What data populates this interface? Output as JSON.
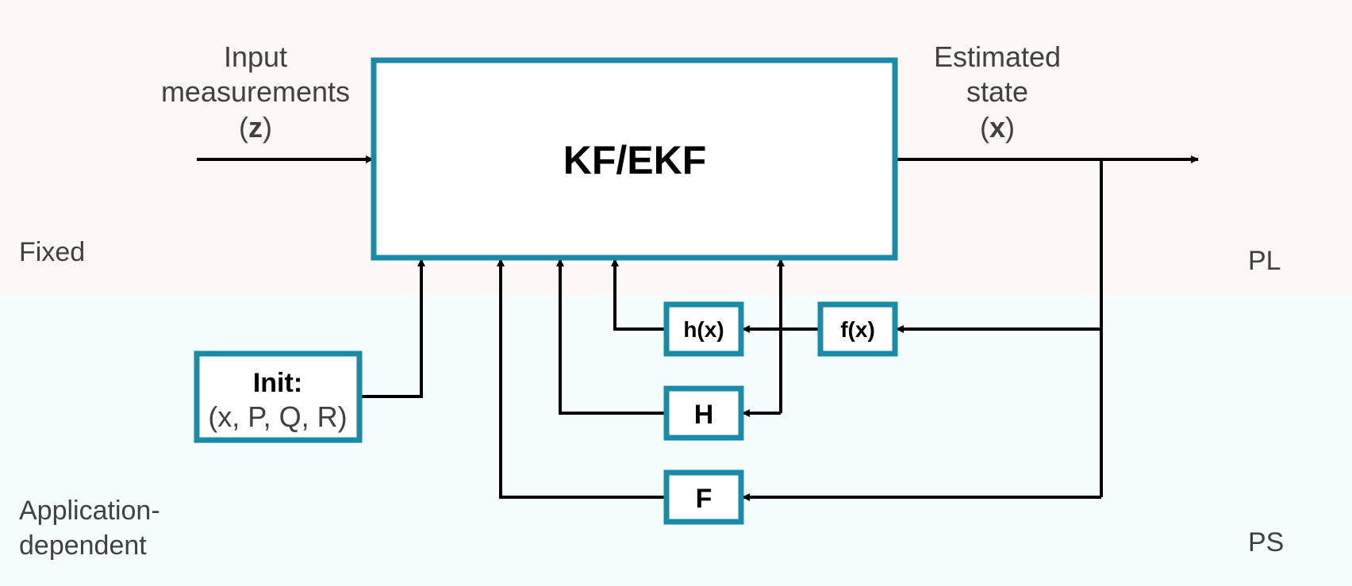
{
  "colors": {
    "fixed_band": "#fdf8f6",
    "app_band": "#f6fdfe",
    "block_stroke": "#1a8ba6",
    "wire": "#000000",
    "label_text": "#404040"
  },
  "zones": {
    "top_left": "Fixed",
    "top_right": "PL",
    "bottom_left_line1": "Application-",
    "bottom_left_line2": "dependent",
    "bottom_right": "PS"
  },
  "input_label": {
    "line1": "Input",
    "line2": "measurements",
    "line3_open": "(",
    "line3_symbol": "z",
    "line3_close": ")"
  },
  "output_label": {
    "line1": "Estimated",
    "line2": "state",
    "line3_open": "(",
    "line3_symbol": "x",
    "line3_close": ")"
  },
  "blocks": {
    "main": "KF/EKF",
    "init_title": "Init:",
    "init_params": "(x, P, Q, R)",
    "h_func": "h(x)",
    "f_func": "f(x)",
    "h_jacobian": "H",
    "f_jacobian": "F"
  }
}
